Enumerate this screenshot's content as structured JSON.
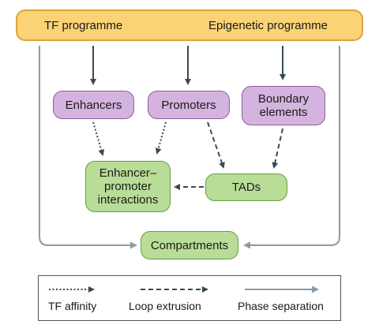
{
  "top_bar": {
    "tf_label": "TF programme",
    "epigenetic_label": "Epigenetic programme"
  },
  "nodes": {
    "enhancers": "Enhancers",
    "promoters": "Promoters",
    "boundary_elements": "Boundary elements",
    "enhancer_promoter_interactions": "Enhancer–promoter interactions",
    "tads": "TADs",
    "compartments": "Compartments"
  },
  "legend": {
    "tf_affinity": "TF affinity",
    "loop_extrusion": "Loop extrusion",
    "phase_separation": "Phase separation"
  },
  "colors": {
    "top_fill": "#fbd275",
    "purple_fill": "#d4b4de",
    "green_fill": "#b8dd97",
    "arrow_dark": "#3a4a55",
    "arrow_phase": "#8a9aa6"
  }
}
